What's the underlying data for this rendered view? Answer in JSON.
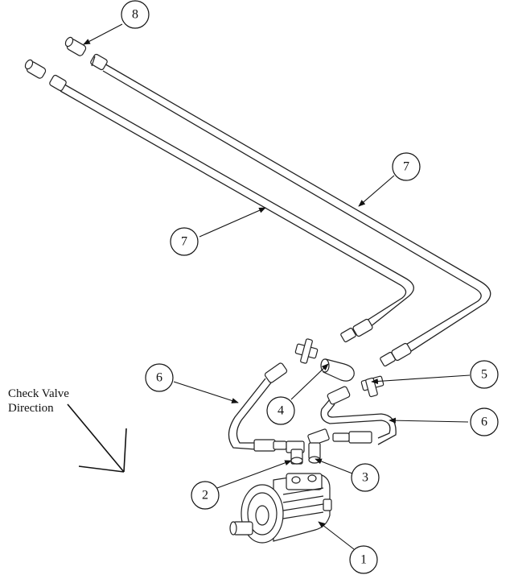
{
  "diagram": {
    "annotation": {
      "line1": "Check Valve",
      "line2": "Direction"
    },
    "callouts": {
      "c1": "1",
      "c2": "2",
      "c3": "3",
      "c4": "4",
      "c5": "5",
      "c6_left": "6",
      "c6_right": "6",
      "c7_left": "7",
      "c7_right": "7",
      "c8": "8"
    }
  }
}
